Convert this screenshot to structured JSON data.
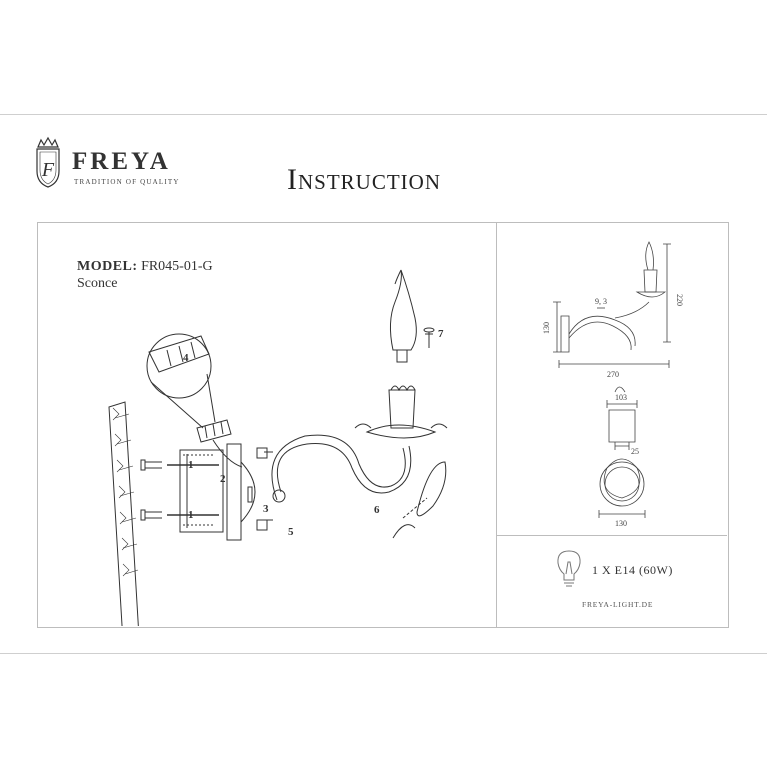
{
  "header": {
    "brand": "FREYA",
    "tagline": "TRADITION OF QUALITY",
    "title": "Instruction",
    "logo_letter": "F"
  },
  "product": {
    "model_label": "MODEL:",
    "model_value": "FR045-01-G",
    "type": "Sconce"
  },
  "steps": [
    "1",
    "2",
    "3",
    "4",
    "5",
    "6",
    "7",
    "1"
  ],
  "dimensions": {
    "front": [
      "9, 3",
      "220",
      "130",
      "270"
    ],
    "top": [
      "103",
      "25",
      "130"
    ]
  },
  "spec": "1 X E14 (60W)",
  "website": "FREYA-LIGHT.DE",
  "colors": {
    "line": "#333333",
    "frame": "#bdbdbd"
  }
}
